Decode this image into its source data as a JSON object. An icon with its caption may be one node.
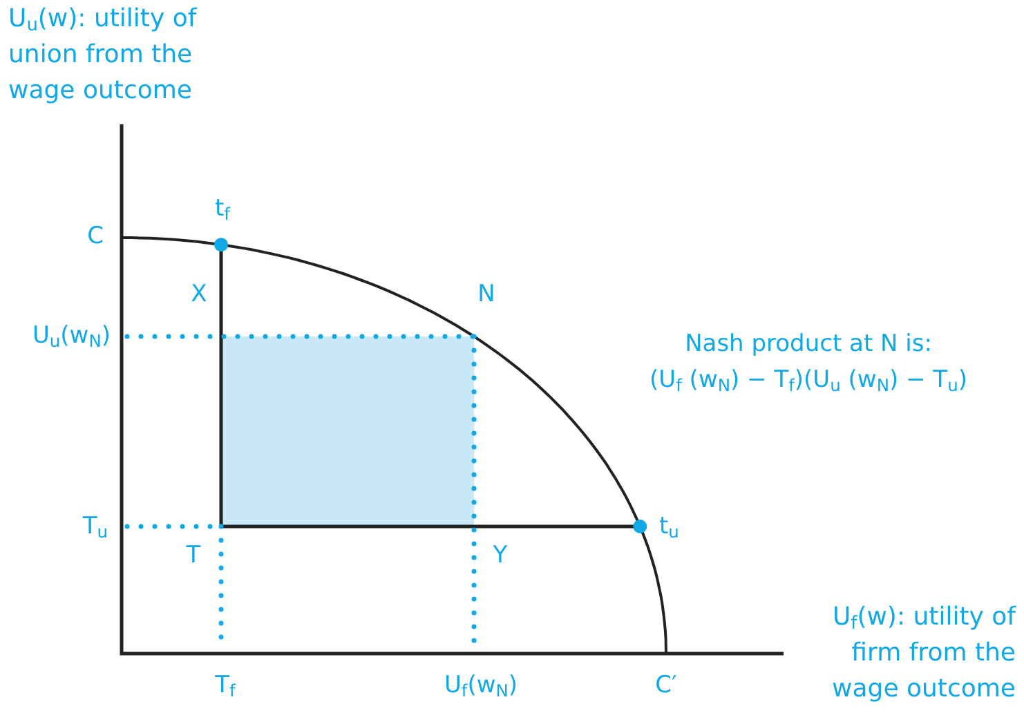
{
  "diagram": {
    "labels": [
      "U$_{u}$(w): utility of union from the wage outcome",
      "t$_{f}$",
      "C",
      "X",
      "N",
      "U$_{u}$(w$_{N}$)",
      "Nash product at N is:",
      "(U$_{f}$ (w$_{N}$) − T$_{f}$)(U$_{u}$ (w$_{N}$) − T$_{u}$)",
      "T$_{u}$",
      "t$_{u}$",
      "T",
      "Y",
      "U$_{f}$(w): utility of firm from the wage outcome",
      "T$_{f}$",
      "U$_{f}$(w$_{N}$)",
      "C′"
    ]
  }
}
